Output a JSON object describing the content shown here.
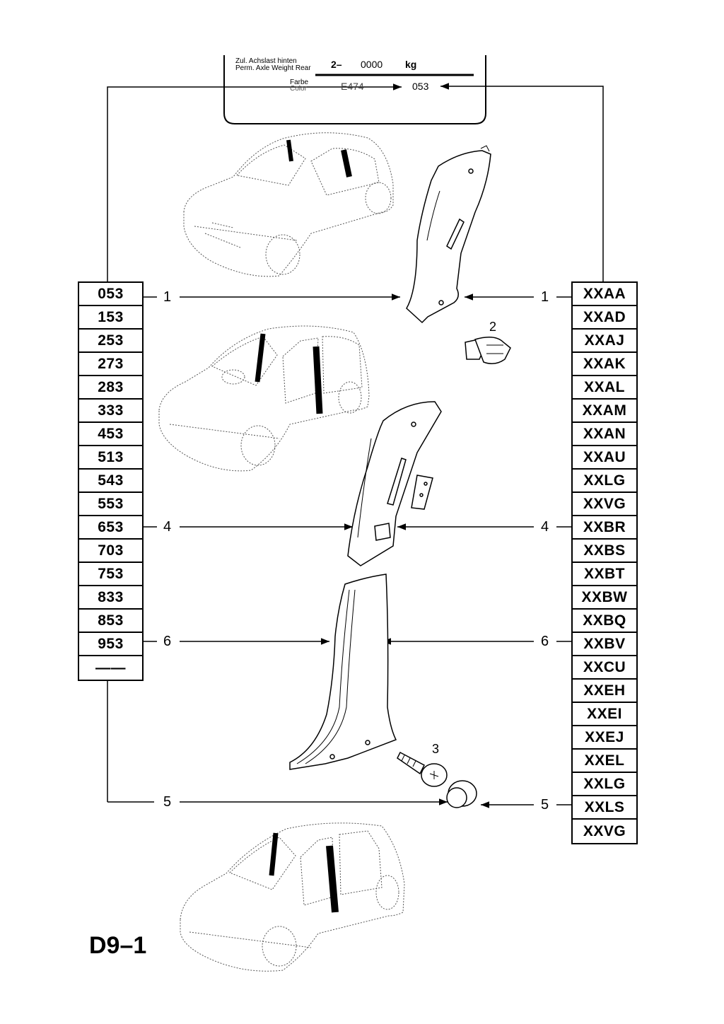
{
  "label_card": {
    "axle_label_de": "Zul. Achslast hinten",
    "axle_label_en": "Perm. Axle Weight Rear",
    "axle_prefix": "2–",
    "axle_value": "0000",
    "axle_unit": "kg",
    "color_label_de": "Farbe",
    "color_label_en": "Color",
    "color_obscured": "E474",
    "color_value": "053"
  },
  "left_codes": [
    "053",
    "153",
    "253",
    "273",
    "283",
    "333",
    "453",
    "513",
    "543",
    "553",
    "653",
    "703",
    "753",
    "833",
    "853",
    "953",
    "——"
  ],
  "right_codes": [
    "XXAA",
    "XXAD",
    "XXAJ",
    "XXAK",
    "XXAL",
    "XXAM",
    "XXAN",
    "XXAU",
    "XXLG",
    "XXVG",
    "XXBR",
    "XXBS",
    "XXBT",
    "XXBW",
    "XXBQ",
    "XXBV",
    "XXCU",
    "XXEH",
    "XXEI",
    "XXEJ",
    "XXEL",
    "XXLG",
    "XXLS",
    "XXVG"
  ],
  "callouts": {
    "left": [
      "1",
      "4",
      "6",
      "5"
    ],
    "right": [
      "1",
      "4",
      "6",
      "5"
    ],
    "part_2": "2",
    "part_3": "3"
  },
  "page_id": "D9–1",
  "colors": {
    "ink": "#000000",
    "paper": "#ffffff"
  }
}
